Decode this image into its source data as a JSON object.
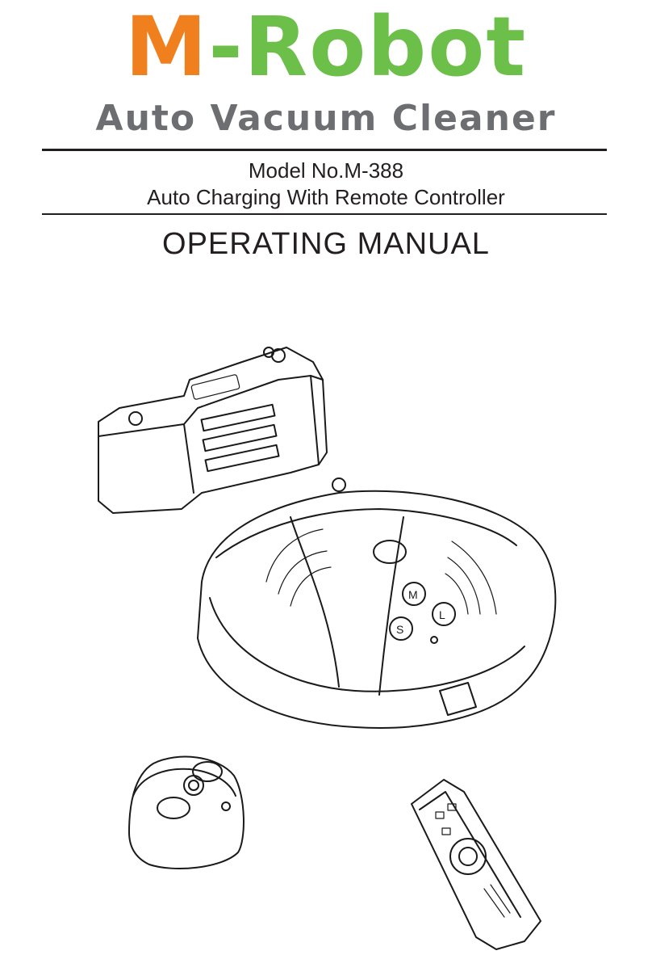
{
  "brand": {
    "prefix": "M",
    "suffix": "-Robot",
    "subtitle": "Auto Vacuum Cleaner"
  },
  "model": {
    "number": "Model No.M-388",
    "feature": "Auto Charging With Remote Controller"
  },
  "manual_title": "OPERATING  MANUAL",
  "robot_buttons": {
    "m": "M",
    "l": "L",
    "s": "S"
  },
  "colors": {
    "brand_orange": "#f07f1e",
    "brand_green": "#6cc04a",
    "subtitle_gray": "#6d6e71",
    "text": "#231f20"
  }
}
